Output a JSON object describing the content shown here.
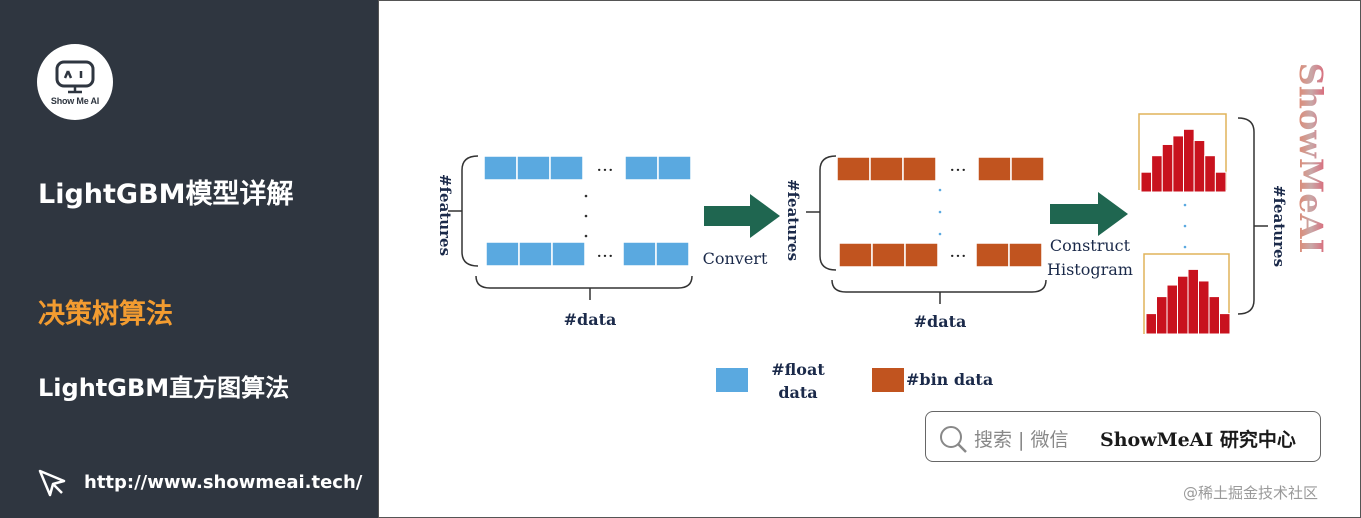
{
  "sidebar": {
    "logo_text": "Show Me AI",
    "title_main": "LightGBM模型详解",
    "title_section": "决策树算法",
    "title_subsection": "LightGBM直方图算法",
    "url": "http://www.showmeai.tech/"
  },
  "diagram": {
    "left_dim_label": "#features",
    "bottom_label_left": "#data",
    "arrow_convert_label": "Convert",
    "mid_dim_label": "#features",
    "bottom_label_mid": "#data",
    "arrow_construct_label_line1": "Construct",
    "arrow_construct_label_line2": "Histogram",
    "right_dim_label": "#features",
    "ellipsis": "···",
    "colors": {
      "float": "#5aa9e0",
      "bin": "#c1541f",
      "hist": "#c8121e",
      "hist_frame": "#e0b35a",
      "arrow": "#1f6650"
    }
  },
  "legend": {
    "float_label_line1": "#float",
    "float_label_line2": "data",
    "bin_label": "#bin data"
  },
  "search": {
    "label": "搜索 | 微信",
    "brand": "ShowMeAI 研究中心",
    "icon": "search-icon"
  },
  "brand_vertical": "ShowMeAI",
  "watermark": "@稀土掘金技术社区"
}
